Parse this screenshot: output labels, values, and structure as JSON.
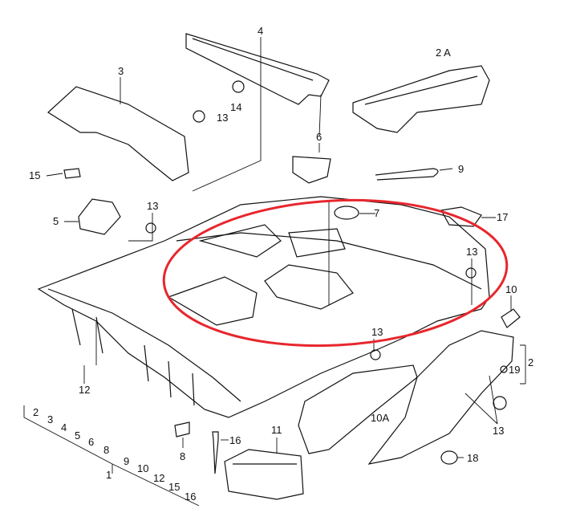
{
  "diagram": {
    "highlight_color": "#e8262d",
    "line_color": "#111111",
    "callouts": [
      "4",
      "2 A",
      "3",
      "14",
      "13",
      "6",
      "9",
      "15",
      "13",
      "5",
      "7",
      "17",
      "13",
      "10",
      "13",
      "2",
      "19",
      "12",
      "10A",
      "13",
      "18",
      "11",
      "16",
      "8",
      "2",
      "3",
      "4",
      "5",
      "6",
      "8",
      "1",
      "9",
      "10",
      "12",
      "15",
      "16"
    ]
  }
}
